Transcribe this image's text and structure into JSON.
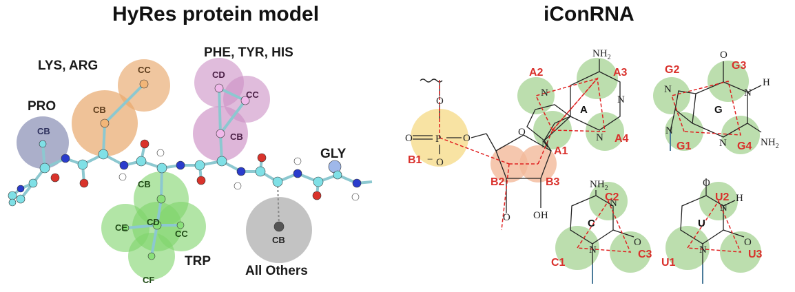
{
  "titles": {
    "left": "HyRes protein model",
    "right": "iConRNA"
  },
  "protein": {
    "group_labels": {
      "lys_arg": "LYS, ARG",
      "pro": "PRO",
      "phe_tyr_his": "PHE, TYR, HIS",
      "gly": "GLY",
      "trp": "TRP",
      "all_others": "All Others"
    },
    "bead_labels": {
      "pro_cb": "CB",
      "lys_cb": "CB",
      "lys_cc": "CC",
      "phe_cd": "CD",
      "phe_cc": "CC",
      "phe_cb": "CB",
      "trp_cb": "CB",
      "trp_ce": "CE",
      "trp_cd": "CD",
      "trp_cc": "CC",
      "trp_cf": "CF",
      "other_cb": "CB"
    },
    "colors": {
      "pro": "#8f94b8",
      "lys": "#e8a86c",
      "phe": "#cc8fc4",
      "trp": "#7fd36a",
      "other": "#a9a9a9",
      "backbone_c": "#7fe0e6",
      "n": "#2a3ccc",
      "o": "#d9332b",
      "h": "#ffffff"
    }
  },
  "rna": {
    "base_letters": {
      "a": "A",
      "g": "G",
      "c": "C",
      "u": "U"
    },
    "bead_labels": {
      "a1": "A1",
      "a2": "A2",
      "a3": "A3",
      "a4": "A4",
      "g1": "G1",
      "g2": "G2",
      "g3": "G3",
      "g4": "G4",
      "c1": "C1",
      "c2": "C2",
      "c3": "C3",
      "u1": "U1",
      "u2": "U2",
      "u3": "U3",
      "b1": "B1",
      "b2": "B2",
      "b3": "B3"
    },
    "atom_labels": {
      "p": "P",
      "o": "O",
      "minus": "−",
      "nh2": "NH",
      "nh2_sub": "2",
      "n": "N",
      "h": "H",
      "oh": "OH"
    },
    "colors": {
      "phosphate": "#f6dc8c",
      "sugar": "#f3b99a",
      "base": "#9fd08c",
      "label": "#d9302b",
      "dash": "#e02020"
    }
  }
}
